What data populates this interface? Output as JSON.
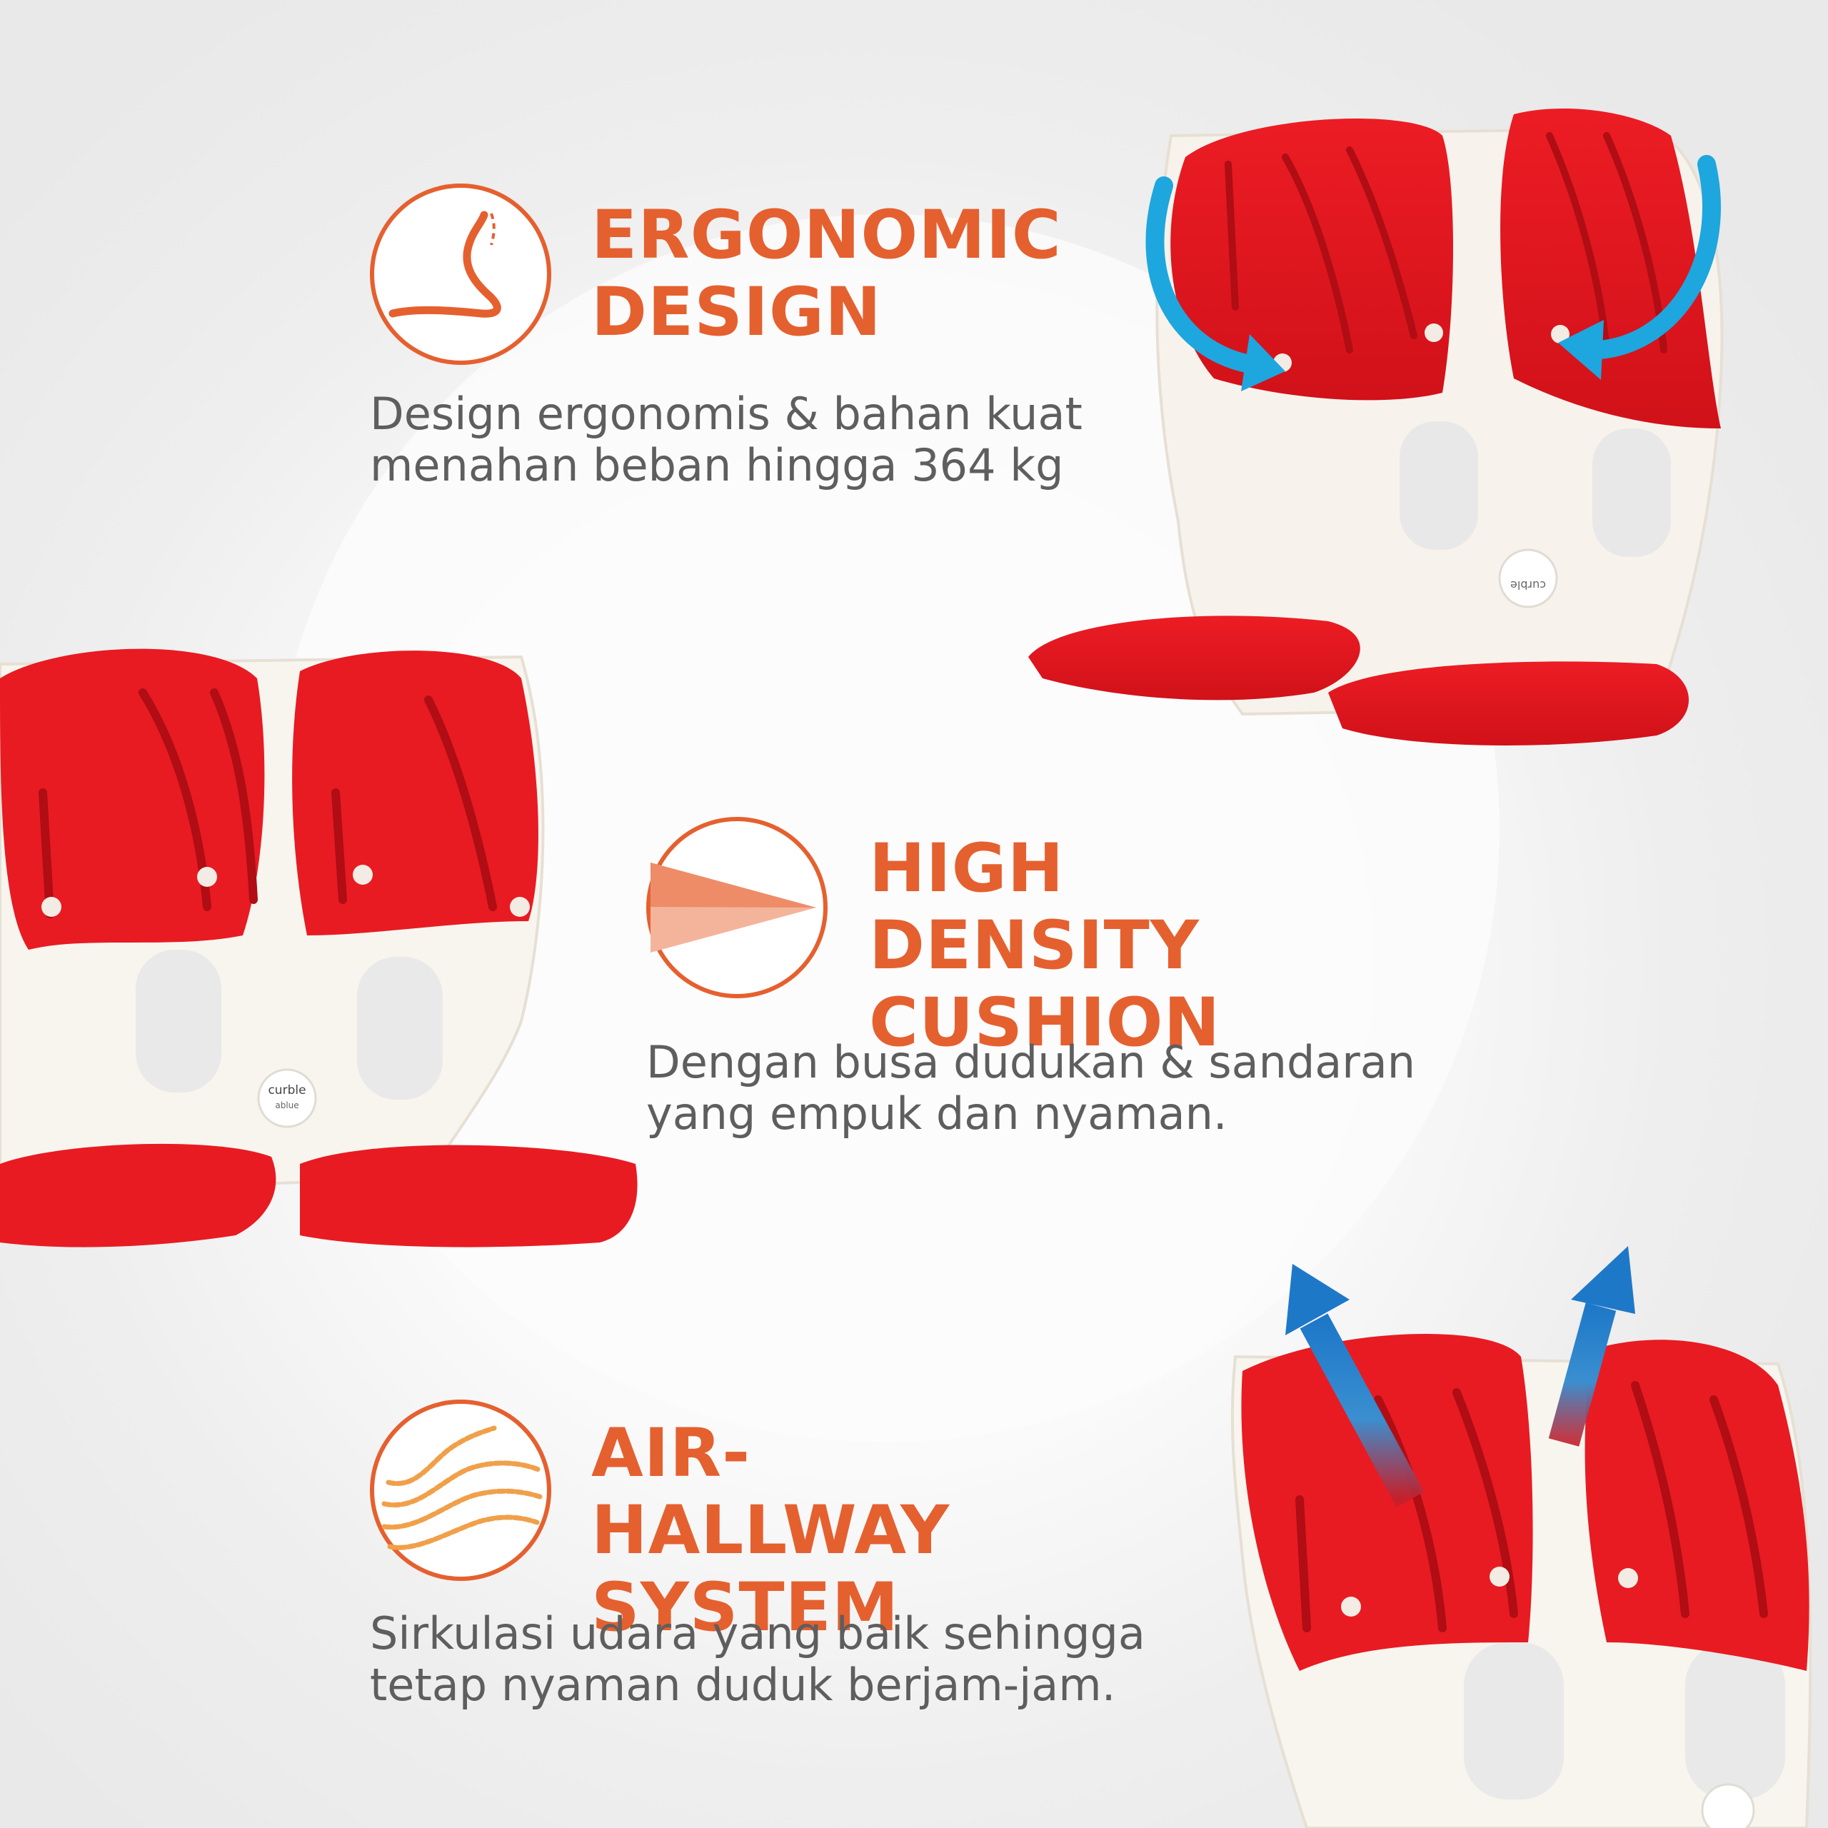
{
  "features": [
    {
      "icon": "spine-curve-icon",
      "title_line1": "ERGONOMIC",
      "title_line2": "DESIGN",
      "desc_line1": "Design ergonomis & bahan kuat",
      "desc_line2": "menahan beban hingga 364 kg"
    },
    {
      "icon": "cushion-layers-icon",
      "title_line1": "HIGH DENSITY",
      "title_line2": "CUSHION",
      "desc_line1": "Dengan busa dudukan & sandaran",
      "desc_line2": "yang empuk dan nyaman."
    },
    {
      "icon": "air-flow-icon",
      "title_line1": "AIR-HALLWAY",
      "title_line2": "SYSTEM",
      "desc_line1": "Sirkulasi udara yang baik sehingga",
      "desc_line2": "tetap nyaman duduk berjam-jam."
    }
  ],
  "product": {
    "logo_line1": "curble",
    "logo_line2": "ablue"
  },
  "colors": {
    "accent": "#e5602f",
    "cushion": "#e0161f",
    "shell": "#f6f2ea",
    "arrow": "#1ea6df",
    "text": "#5e5e5e"
  }
}
